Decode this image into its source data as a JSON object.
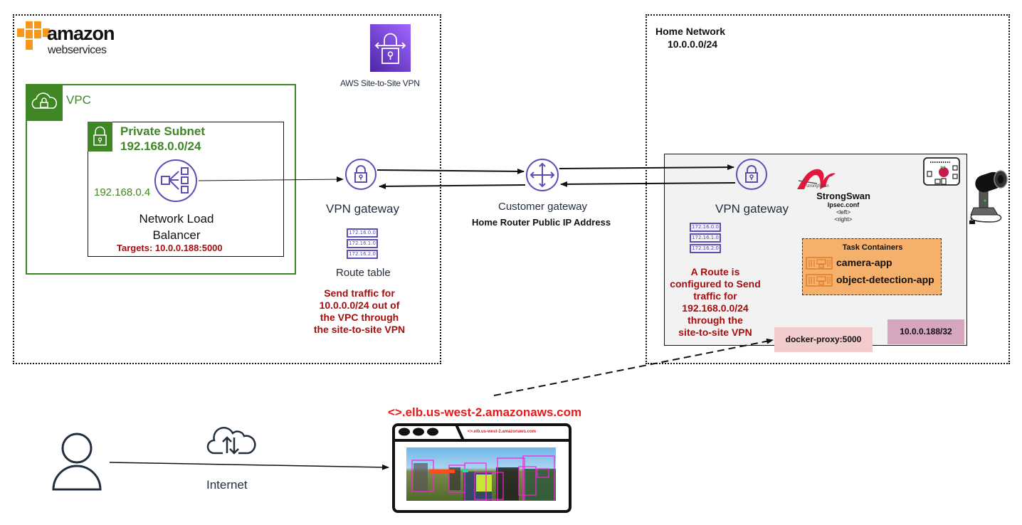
{
  "aws": {
    "logo_top": "amazon",
    "logo_bottom": "webservices",
    "site_to_site_vpn_label": "AWS Site-to-Site VPN",
    "vpc_label": "VPC",
    "subnet": {
      "title": "Private Subnet",
      "cidr": "192.168.0.0/24"
    },
    "nlb": {
      "ip": "192.168.0.4",
      "label_line1": "Network Load",
      "label_line2": "Balancer",
      "targets": "Targets: 10.0.0.188:5000"
    },
    "vpn_gateway_label": "VPN gateway",
    "route_table": {
      "entries": [
        "172.16.0.0",
        "172.16.1.0",
        "172.16.2.0"
      ],
      "label": "Route table"
    },
    "route_note": [
      "Send traffic for",
      "10.0.0.0/24 out of",
      "the VPC through",
      "the site-to-site VPN"
    ]
  },
  "customer_gateway": {
    "label": "Customer gateway",
    "sublabel": "Home Router Public IP Address"
  },
  "home": {
    "title": "Home Network",
    "cidr": "10.0.0.0/24",
    "vpn_gateway_label": "VPN gateway",
    "strongswan": {
      "logo_text": "strongSwan",
      "title": "StrongSwan",
      "conf": "Ipsec.conf",
      "left": "<left>",
      "right": "<right>"
    },
    "route_table": {
      "entries": [
        "172.16.0.0",
        "172.16.1.0",
        "172.16.2.0"
      ]
    },
    "route_note": [
      "A Route is",
      "configured to Send",
      "traffic for",
      "192.168.0.0/24",
      "through the",
      "site-to-site VPN"
    ],
    "task_containers": {
      "title": "Task Containers",
      "items": [
        "camera-app",
        "object-detection-app"
      ]
    },
    "docker_proxy": "docker-proxy:5000",
    "device_ip": "10.0.0.188/32"
  },
  "client": {
    "internet_label": "Internet",
    "elb_url": "<>.elb.us-west-2.amazonaws.com",
    "browser_url": "<>.elb.us-west-2.amazonaws.com"
  },
  "colors": {
    "aws_orange": "#f7981d",
    "vpc_green": "#3f8624",
    "purple": "#5a4fb5",
    "dark_red": "#a50e0e",
    "url_red": "#e31b1b",
    "task_orange": "#f5b06b",
    "proxy_pink": "#f2cccc",
    "ip_mauve": "#d5a6bd",
    "home_box_bg": "#f2f2f2"
  }
}
